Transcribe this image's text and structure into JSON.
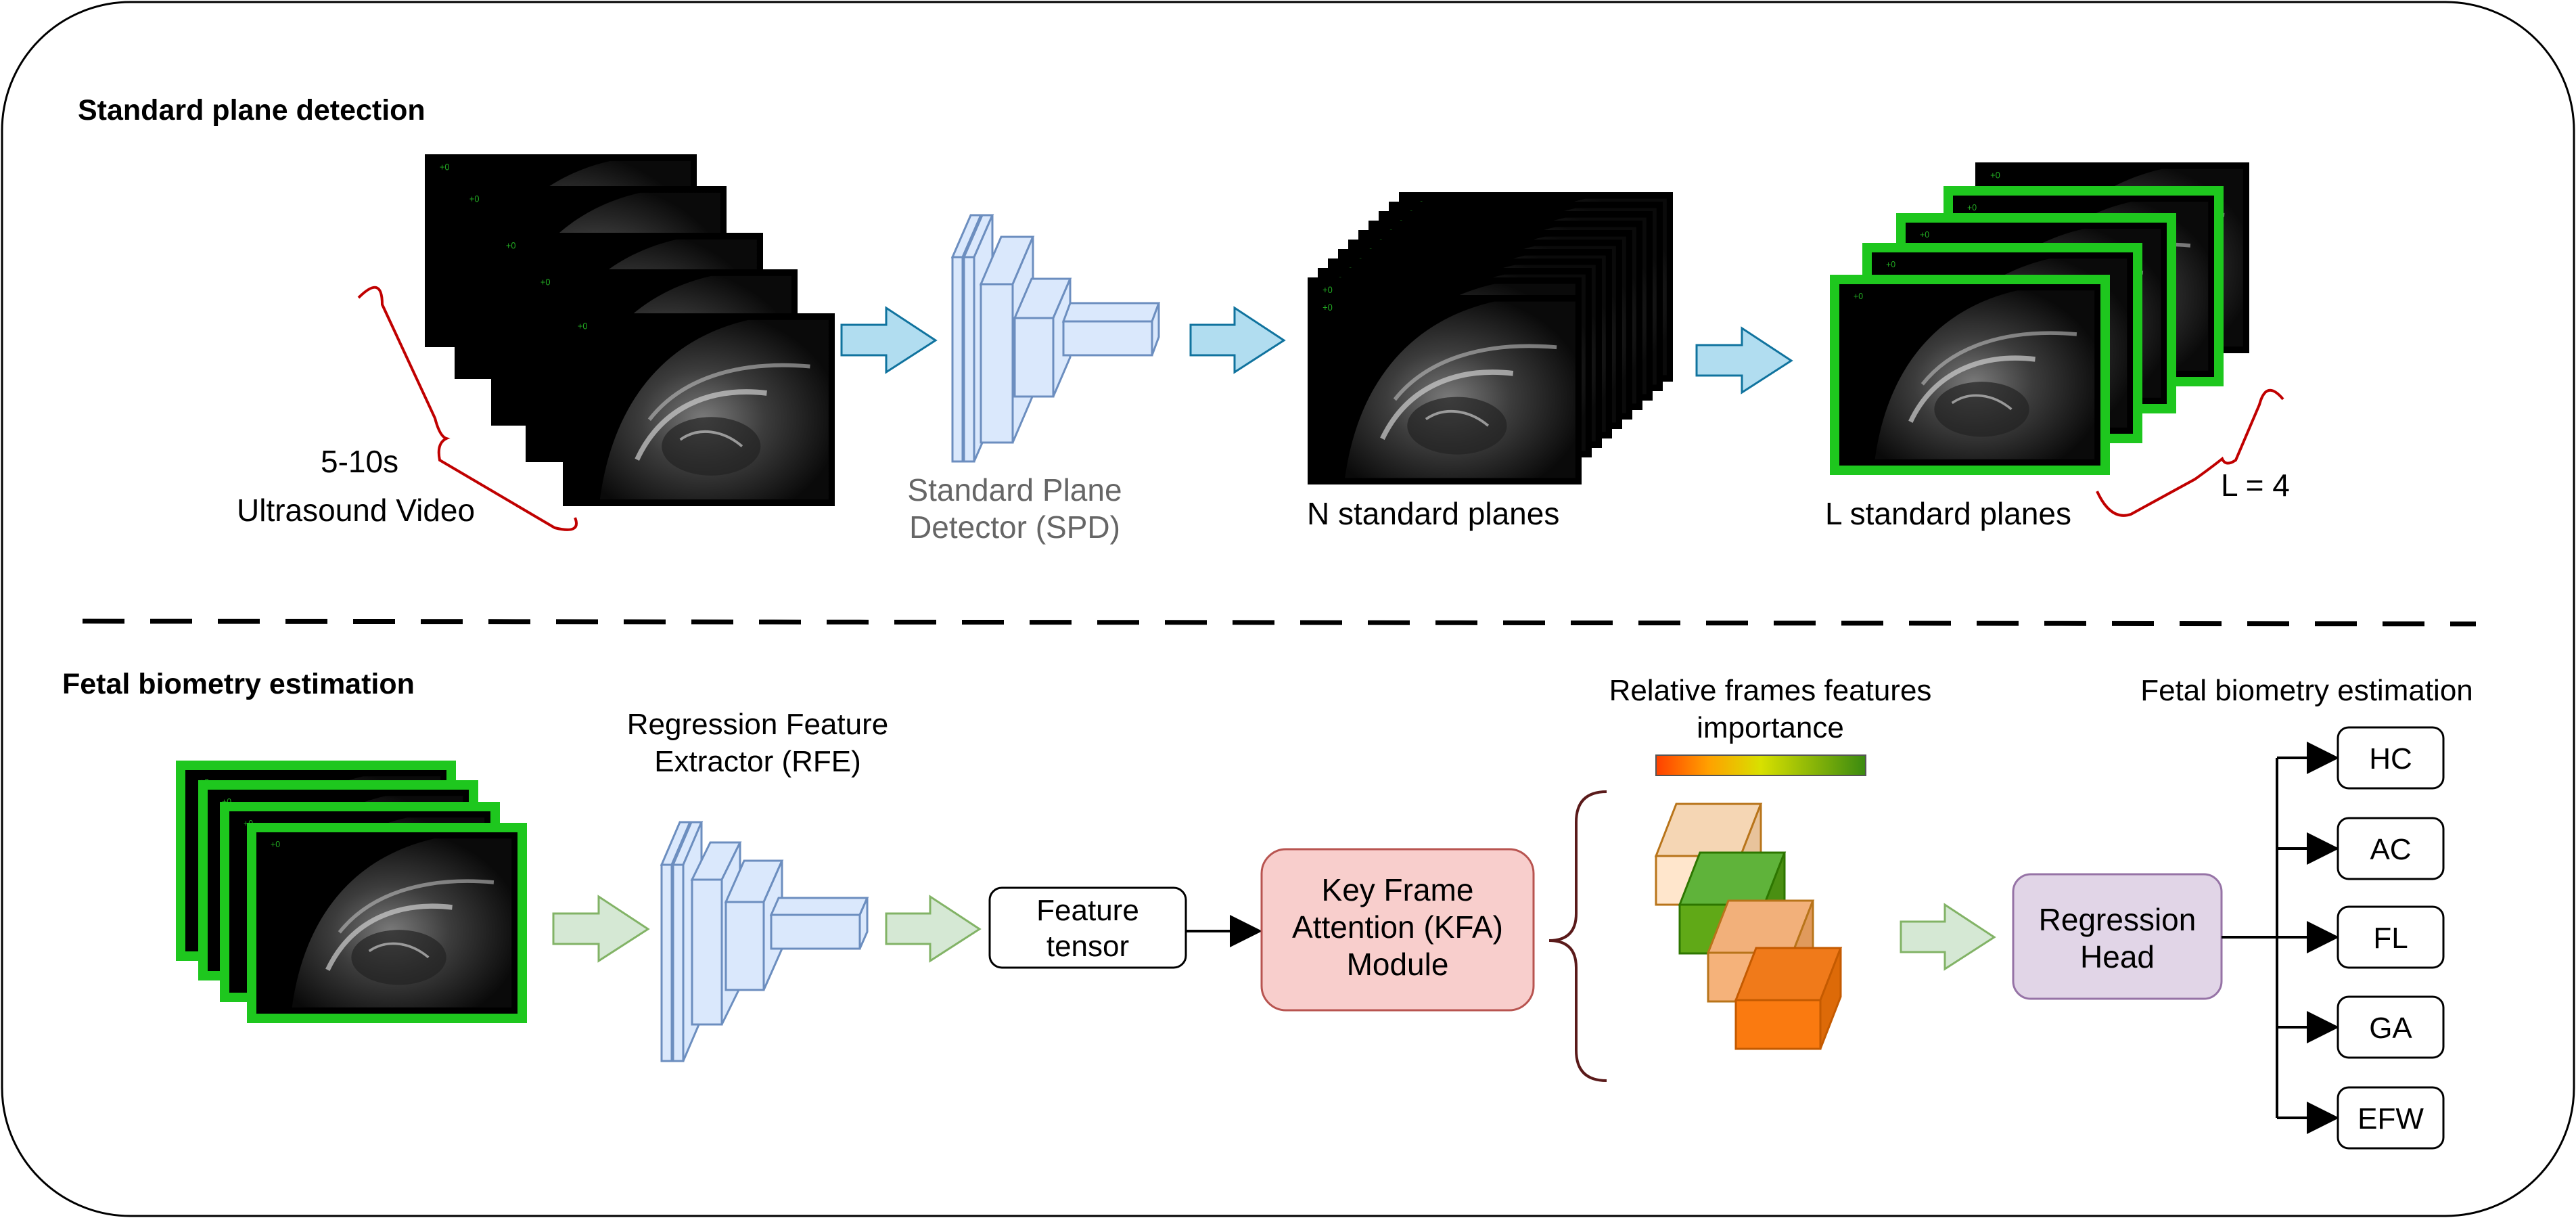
{
  "sections": {
    "top_title": "Standard plane detection",
    "bottom_title": "Fetal biometry estimation"
  },
  "top": {
    "video_duration": "5-10s",
    "video_label": "Ultrasound Video",
    "spd_label_line1": "Standard Plane",
    "spd_label_line2": "Detector (SPD)",
    "n_planes_label": "N standard planes",
    "l_planes_label": "L standard planes",
    "l_value_label": "L = 4"
  },
  "bottom": {
    "rfe_label_line1": "Regression Feature",
    "rfe_label_line2": "Extractor (RFE)",
    "feature_tensor_line1": "Feature",
    "feature_tensor_line2": "tensor",
    "kfa_line1": "Key Frame",
    "kfa_line2": "Attention (KFA)",
    "kfa_line3": "Module",
    "importance_line1": "Relative frames features",
    "importance_line2": "importance",
    "regression_head_line1": "Regression",
    "regression_head_line2": "Head",
    "outputs_title": "Fetal biometry estimation",
    "outputs": [
      "HC",
      "AC",
      "FL",
      "GA",
      "EFW"
    ]
  },
  "colors": {
    "frame_green": "#1ec71e",
    "cnn_blue_fill": "#dae8fc",
    "cnn_blue_stroke": "#6c8ebf",
    "arrow_blue_fill": "#b1ddf0",
    "arrow_blue_stroke": "#10739e",
    "arrow_green_fill": "#d5e8d4",
    "arrow_green_stroke": "#82b366",
    "kfa_fill": "#f8cecc",
    "kfa_stroke": "#b85450",
    "head_fill": "#e1d5e7",
    "head_stroke": "#9673a6",
    "brace_red": "#c00000"
  }
}
